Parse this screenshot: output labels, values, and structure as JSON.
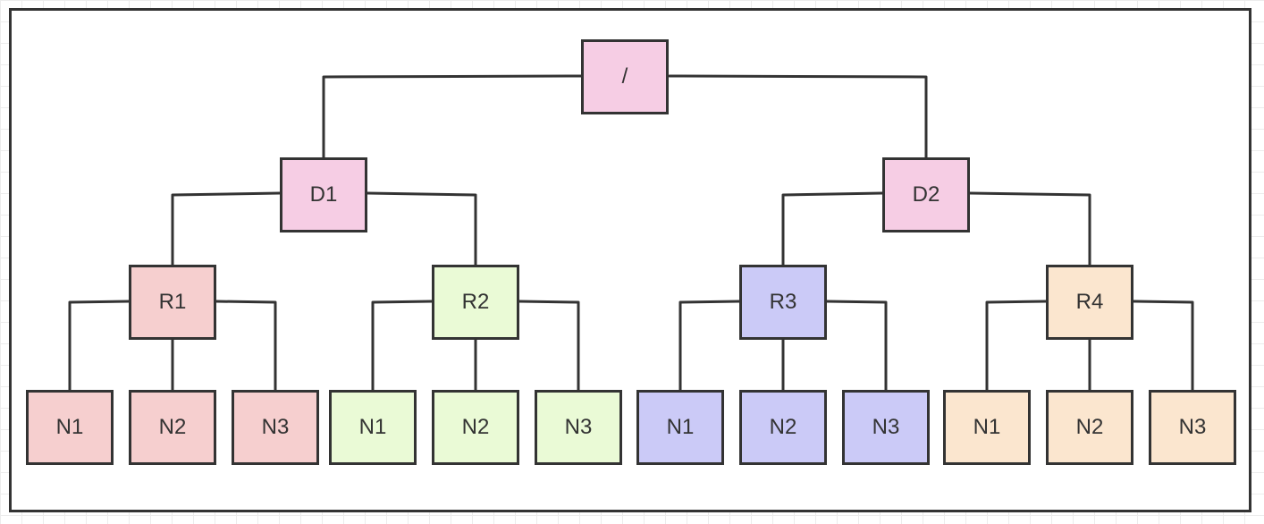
{
  "colors": {
    "root": "#f6cde4",
    "dir": "#f6cde4",
    "group_r1": "#f6cfcf",
    "group_r2": "#eafad6",
    "group_r3": "#cbcaf7",
    "group_r4": "#fbe6cf",
    "stroke": "#333333"
  },
  "tree": {
    "root": {
      "label": "/"
    },
    "d1": {
      "label": "D1"
    },
    "d2": {
      "label": "D2"
    },
    "r1": {
      "label": "R1"
    },
    "r2": {
      "label": "R2"
    },
    "r3": {
      "label": "R3"
    },
    "r4": {
      "label": "R4"
    },
    "r1_children": [
      {
        "label": "N1"
      },
      {
        "label": "N2"
      },
      {
        "label": "N3"
      }
    ],
    "r2_children": [
      {
        "label": "N1"
      },
      {
        "label": "N2"
      },
      {
        "label": "N3"
      }
    ],
    "r3_children": [
      {
        "label": "N1"
      },
      {
        "label": "N2"
      },
      {
        "label": "N3"
      }
    ],
    "r4_children": [
      {
        "label": "N1"
      },
      {
        "label": "N2"
      },
      {
        "label": "N3"
      }
    ]
  }
}
